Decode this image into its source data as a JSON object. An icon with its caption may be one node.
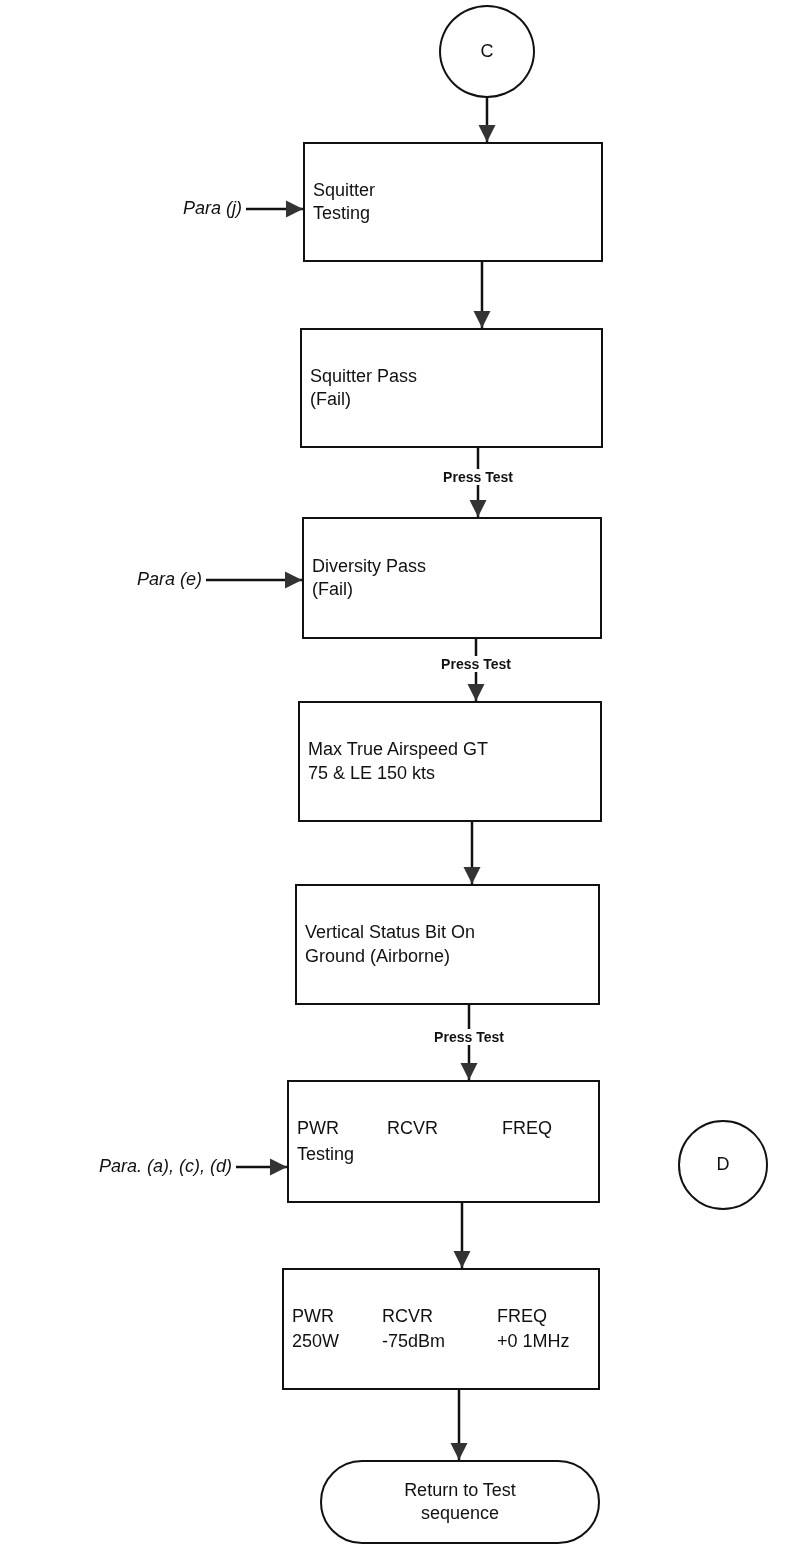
{
  "diagram": {
    "nodes": [
      {
        "text": [
          "C"
        ]
      },
      {
        "text": [
          "Para (j)"
        ]
      },
      {
        "text": [
          "Squitter Testing"
        ]
      },
      {
        "text": [
          "Squitter Pass (Fail)"
        ]
      },
      {
        "text": [
          "Para (e)"
        ]
      },
      {
        "text": [
          "Diversity Pass  (Fail)"
        ]
      },
      {
        "text": [
          "Max True Airspeed GT 75  &  LE 150 kts"
        ]
      },
      {
        "text": [
          "Vertical Status Bit On Ground (Airborne)"
        ]
      },
      {
        "text": [
          "Para. (a), (c), (d)"
        ]
      },
      {
        "text": [
          "PWR",
          "RCVR",
          "FREQ",
          "Testing"
        ]
      },
      {
        "text": [
          "D"
        ]
      },
      {
        "text": [
          "PWR",
          "RCVR",
          "FREQ",
          "250W",
          "-75dBm",
          "+0 1MHz"
        ]
      },
      {
        "text": [
          "Return to Test sequence"
        ]
      }
    ],
    "edges": [
      {
        "from": 0,
        "to": 2,
        "arrow": "to"
      },
      {
        "from": 1,
        "to": 2,
        "arrow": "to"
      },
      {
        "from": 2,
        "to": 3,
        "arrow": "to"
      },
      {
        "from": 3,
        "to": 5,
        "arrow": "to",
        "label": "Press Test"
      },
      {
        "from": 4,
        "to": 5,
        "arrow": "to"
      },
      {
        "from": 5,
        "to": 6,
        "arrow": "to",
        "label": "Press Test"
      },
      {
        "from": 6,
        "to": 7,
        "arrow": "to"
      },
      {
        "from": 7,
        "to": 9,
        "arrow": "to",
        "label": "Press Test"
      },
      {
        "from": 8,
        "to": 9,
        "arrow": "to"
      },
      {
        "from": 9,
        "to": 11,
        "arrow": "to"
      },
      {
        "from": 11,
        "to": 12,
        "arrow": "to"
      }
    ]
  }
}
